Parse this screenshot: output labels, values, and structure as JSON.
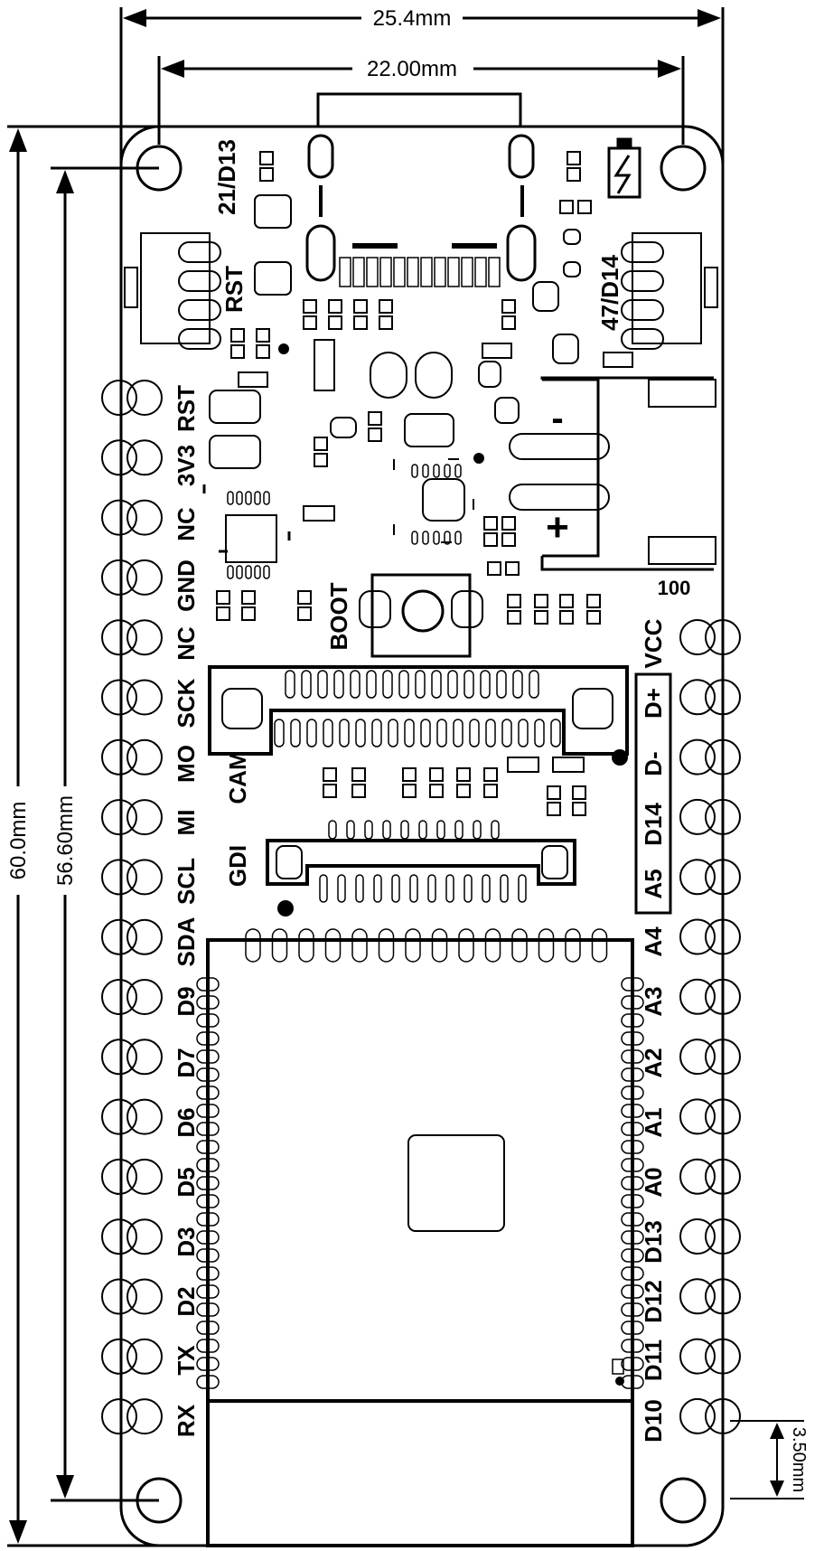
{
  "dimensions": {
    "board_width": "25.4mm",
    "hole_spacing_x": "22.00mm",
    "board_height": "60.0mm",
    "hole_spacing_y": "56.60mm",
    "pin_offset": "3.50mm"
  },
  "board_labels": {
    "top_left_led": "21/D13",
    "top_right_led": "47/D14",
    "reset_button": "RST",
    "boot_button": "BOOT",
    "camera_connector": "CAM",
    "display_connector": "GDI",
    "battery_minus": "-",
    "battery_plus": "+",
    "marking": "100"
  },
  "left_pins": [
    "RST",
    "3V3",
    "NC",
    "GND",
    "NC",
    "SCK",
    "MO",
    "MI",
    "SCL",
    "SDA",
    "D9",
    "D7",
    "D6",
    "D5",
    "D3",
    "D2",
    "TX",
    "RX"
  ],
  "right_pins": [
    "VCC",
    "D+",
    "D-",
    "D14",
    "A5",
    "A4",
    "A3",
    "A2",
    "A1",
    "A0",
    "D13",
    "D12",
    "D11",
    "D10"
  ]
}
